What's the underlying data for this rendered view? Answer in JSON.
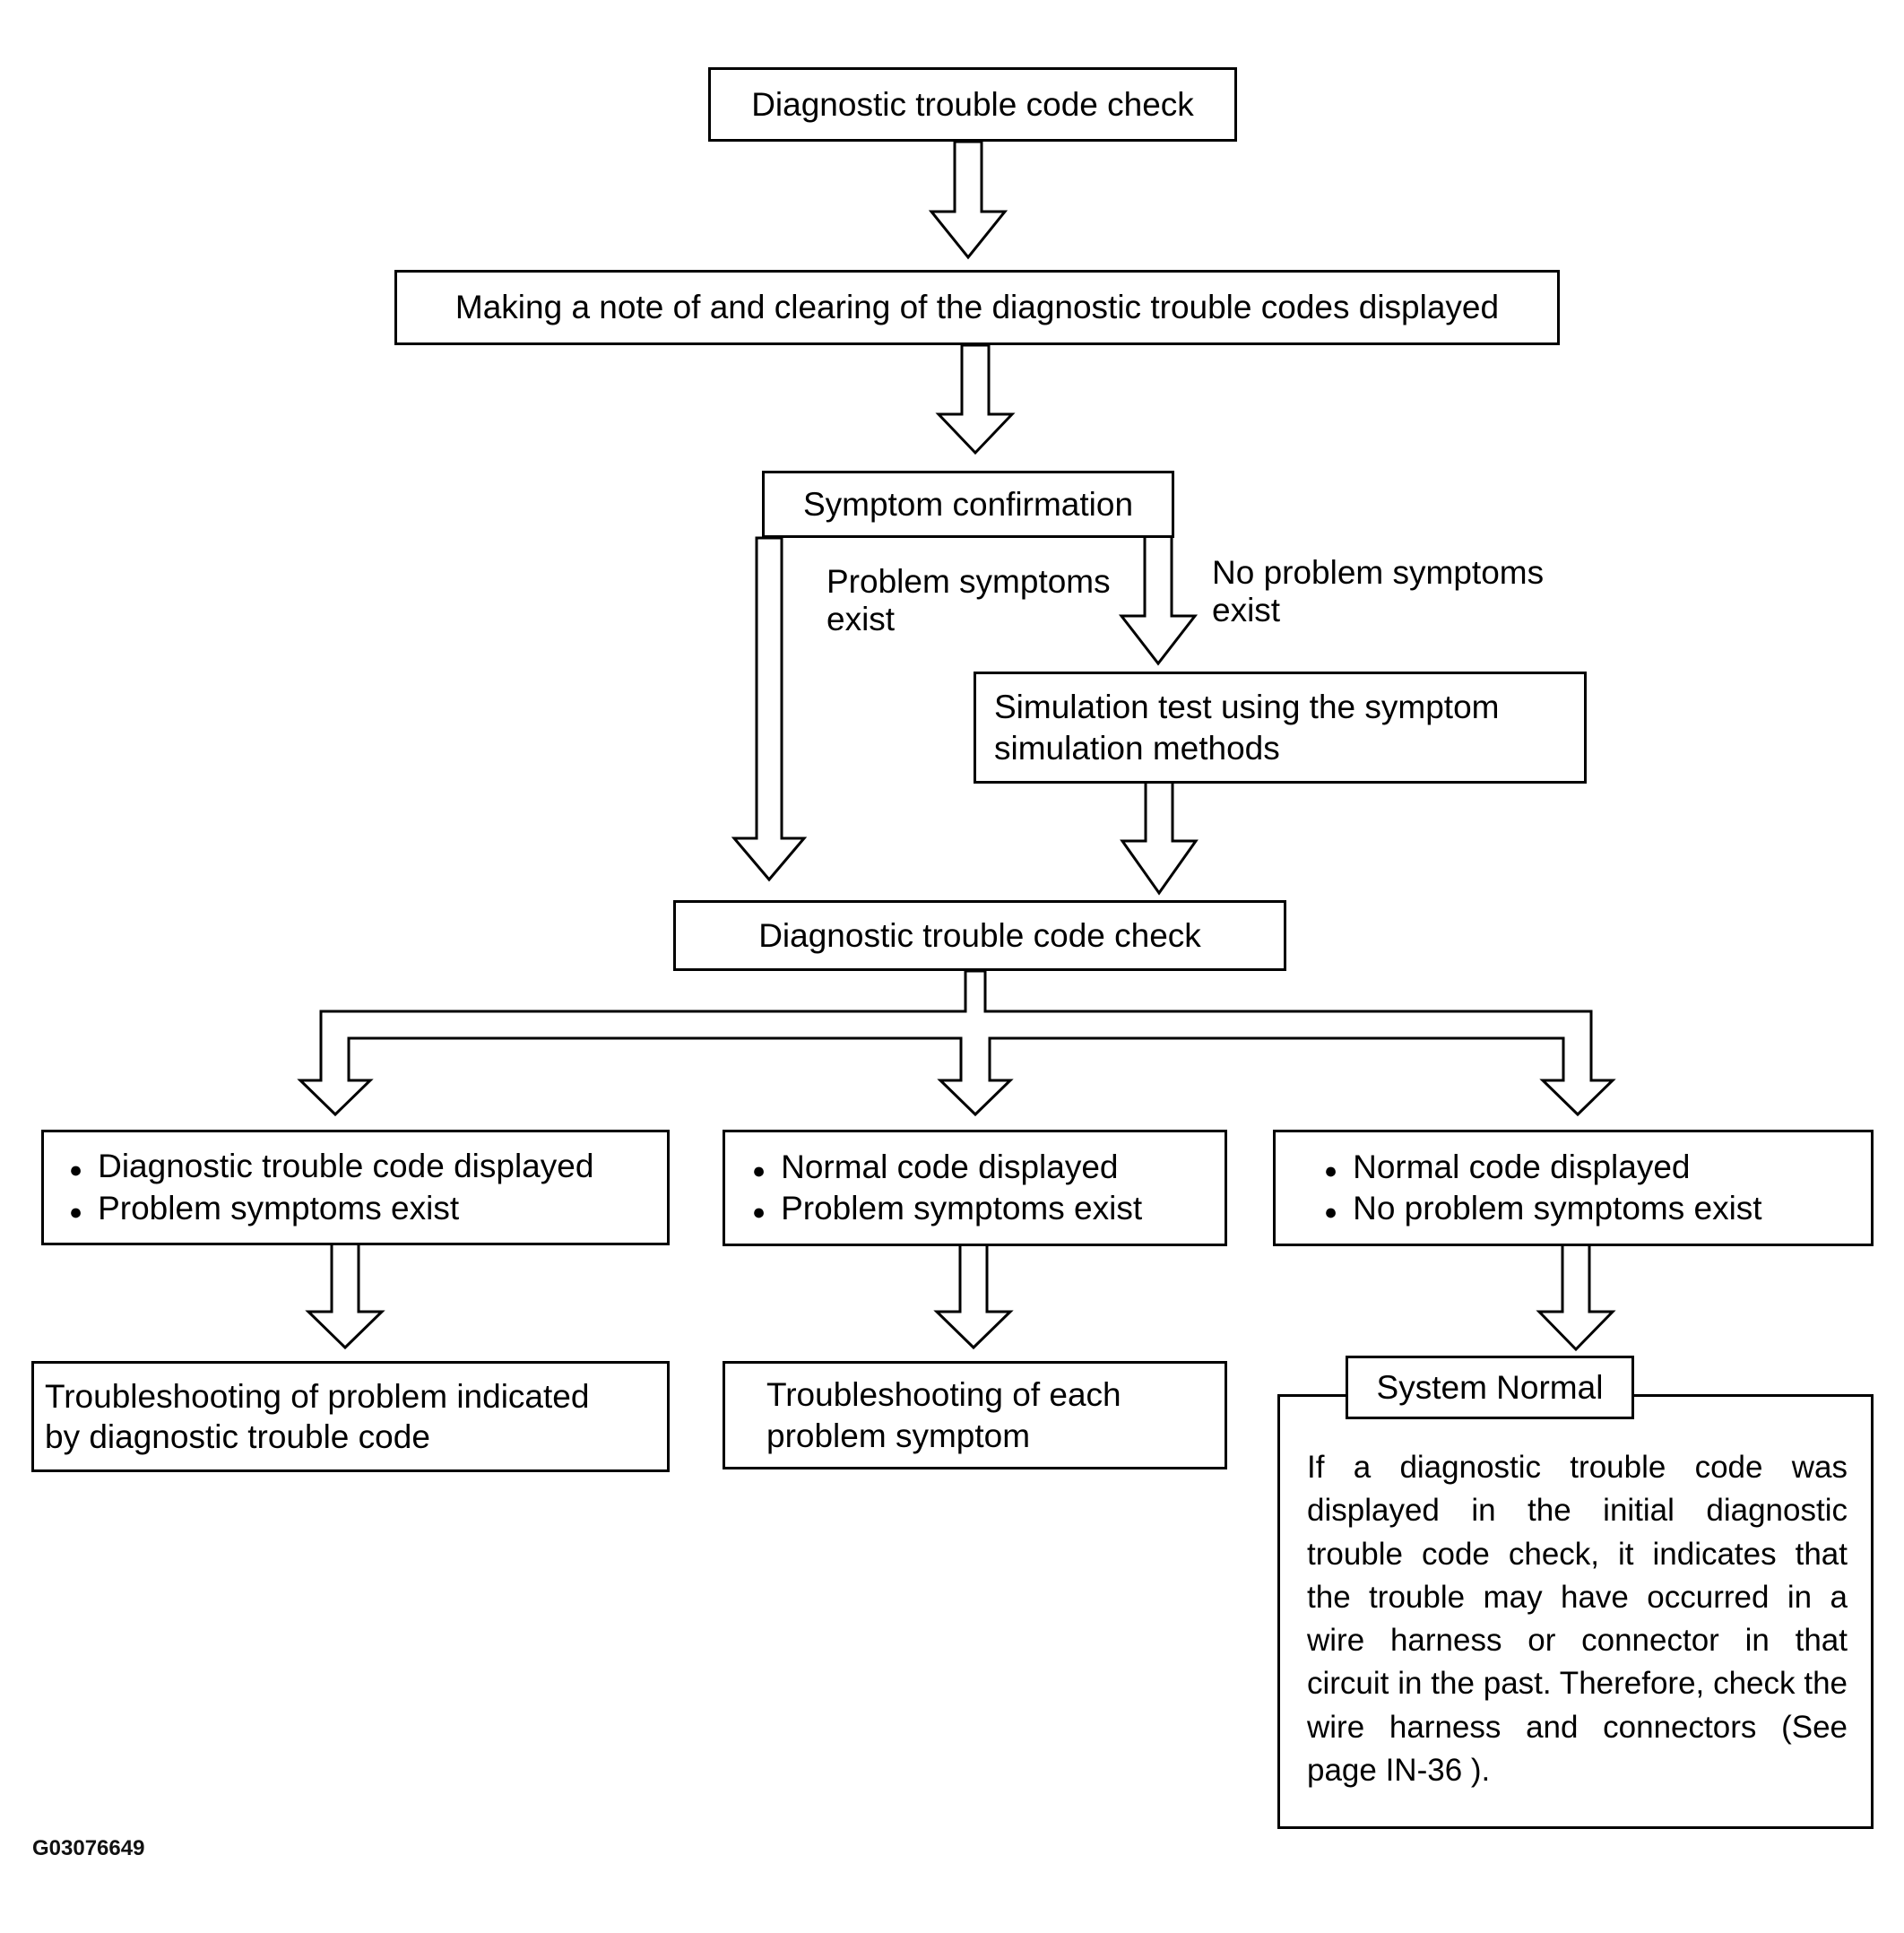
{
  "figure_code": "G03076649",
  "glyphs": {
    "bullet": "●"
  },
  "colors": {
    "line": "#000000",
    "background": "#ffffff",
    "text": "#000000"
  },
  "nodes": {
    "dtc_check_1": {
      "text": "Diagnostic trouble code check"
    },
    "note_clear": {
      "text": "Making a note of and clearing of the diagnostic trouble codes displayed"
    },
    "symptom_confirmation": {
      "text": "Symptom confirmation"
    },
    "simulation_test": {
      "text": "Simulation test using the symptom\nsimulation methods"
    },
    "dtc_check_2": {
      "text": "Diagnostic trouble code check"
    },
    "branch_left": {
      "items": [
        "Diagnostic trouble code displayed",
        "Problem symptoms exist"
      ]
    },
    "branch_middle": {
      "items": [
        "Normal code displayed",
        "Problem symptoms exist"
      ]
    },
    "branch_right": {
      "items": [
        "Normal code displayed",
        "No problem symptoms exist"
      ]
    },
    "troubleshoot_dtc": {
      "text": "Troubleshooting of problem indicated\nby diagnostic trouble code"
    },
    "troubleshoot_symptom": {
      "text": "Troubleshooting of each\nproblem symptom"
    },
    "system_normal": {
      "title": "System Normal",
      "body": "If a diagnostic trouble code was displayed in the initial diagnostic trouble code check, it indicates that the trouble may have occurred in a wire harness or connector in that circuit in the past. Therefore, check the wire harness and connectors (See page IN-36 )."
    }
  },
  "edge_labels": {
    "problem_symptoms_exist": "Problem symptoms\nexist",
    "no_problem_symptoms_exist": "No problem symptoms\nexist"
  }
}
